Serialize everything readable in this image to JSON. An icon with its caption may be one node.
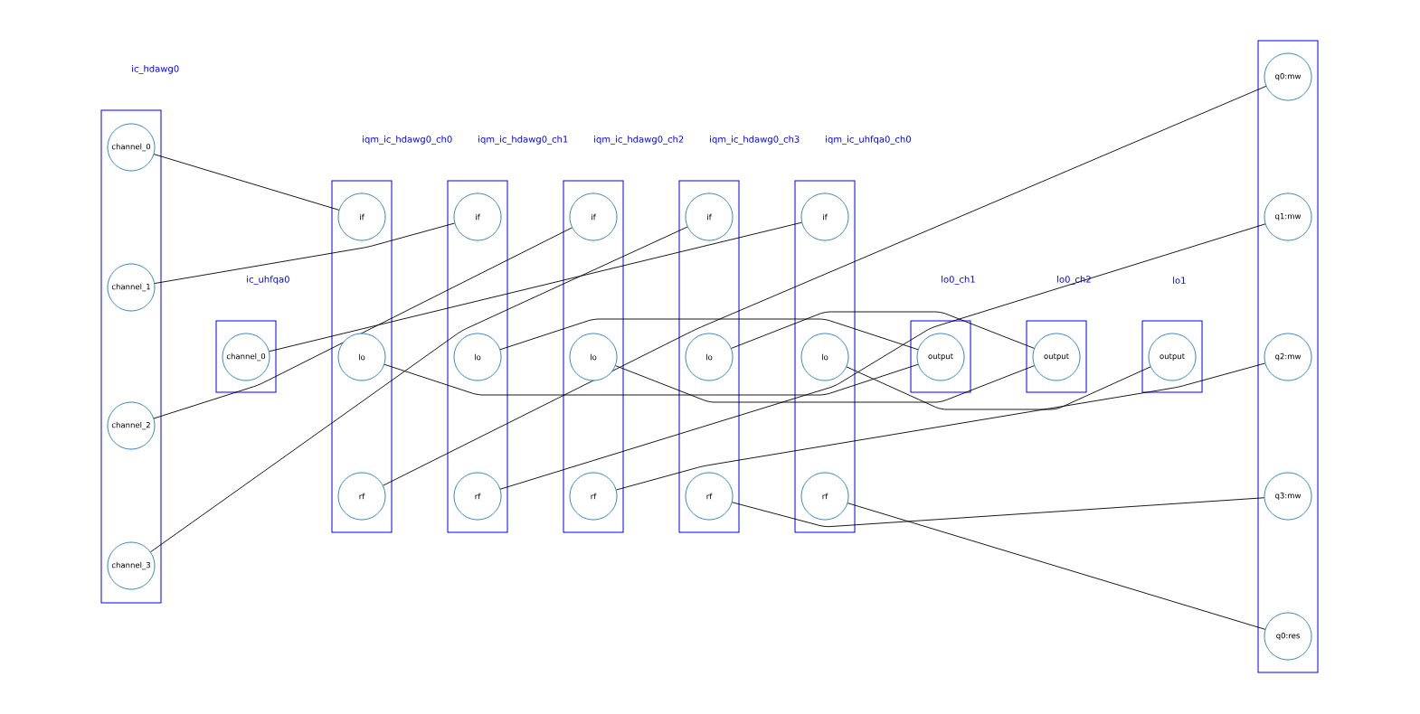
{
  "diagram": {
    "nodes": [
      {
        "text": [
          "ic_hdawg0"
        ]
      },
      {
        "text": [
          "channel_0"
        ],
        "in": 0
      },
      {
        "text": [
          "channel_1"
        ],
        "in": 0
      },
      {
        "text": [
          "channel_2"
        ],
        "in": 0
      },
      {
        "text": [
          "channel_3"
        ],
        "in": 0
      },
      {
        "text": [
          "ic_uhfqa0"
        ]
      },
      {
        "text": [
          "channel_0"
        ],
        "in": 5
      },
      {
        "text": [
          "iqm_ic_hdawg0_ch0"
        ]
      },
      {
        "text": [
          "if"
        ],
        "in": 7
      },
      {
        "text": [
          "lo"
        ],
        "in": 7
      },
      {
        "text": [
          "rf"
        ],
        "in": 7
      },
      {
        "text": [
          "iqm_ic_hdawg0_ch1"
        ]
      },
      {
        "text": [
          "if"
        ],
        "in": 11
      },
      {
        "text": [
          "lo"
        ],
        "in": 11
      },
      {
        "text": [
          "rf"
        ],
        "in": 11
      },
      {
        "text": [
          "iqm_ic_hdawg0_ch2"
        ]
      },
      {
        "text": [
          "if"
        ],
        "in": 15
      },
      {
        "text": [
          "lo"
        ],
        "in": 15
      },
      {
        "text": [
          "rf"
        ],
        "in": 15
      },
      {
        "text": [
          "iqm_ic_hdawg0_ch3"
        ]
      },
      {
        "text": [
          "if"
        ],
        "in": 19
      },
      {
        "text": [
          "lo"
        ],
        "in": 19
      },
      {
        "text": [
          "rf"
        ],
        "in": 19
      },
      {
        "text": [
          "iqm_ic_uhfqa0_ch0"
        ]
      },
      {
        "text": [
          "if"
        ],
        "in": 23
      },
      {
        "text": [
          "lo"
        ],
        "in": 23
      },
      {
        "text": [
          "rf"
        ],
        "in": 23
      },
      {
        "text": [
          "lo0_ch1"
        ]
      },
      {
        "text": [
          "output"
        ],
        "in": 27
      },
      {
        "text": [
          "lo0_ch2"
        ]
      },
      {
        "text": [
          "output"
        ],
        "in": 29
      },
      {
        "text": [
          "lo1"
        ]
      },
      {
        "text": [
          "output"
        ],
        "in": 31
      },
      {
        "text": [],
        "shape": "box"
      },
      {
        "text": [
          "q0:mw"
        ],
        "in": 33
      },
      {
        "text": [
          "q1:mw"
        ],
        "in": 33
      },
      {
        "text": [
          "q2:mw"
        ],
        "in": 33
      },
      {
        "text": [
          "q3:mw"
        ],
        "in": 33
      },
      {
        "text": [
          "q0:res"
        ],
        "in": 33
      }
    ],
    "edges": [
      {
        "from": 1,
        "to": 8,
        "arrow": "none"
      },
      {
        "from": 2,
        "to": 12,
        "arrow": "none"
      },
      {
        "from": 3,
        "to": 16,
        "arrow": "none"
      },
      {
        "from": 4,
        "to": 20,
        "arrow": "none"
      },
      {
        "from": 6,
        "to": 24,
        "arrow": "none"
      },
      {
        "from": 10,
        "to": 34,
        "arrow": "none"
      },
      {
        "from": 14,
        "to": 35,
        "arrow": "none"
      },
      {
        "from": 18,
        "to": 36,
        "arrow": "none"
      },
      {
        "from": 22,
        "to": 37,
        "arrow": "none"
      },
      {
        "from": 26,
        "to": 38,
        "arrow": "none"
      },
      {
        "from": 28,
        "to": 9,
        "arrow": "none"
      },
      {
        "from": 28,
        "to": 13,
        "arrow": "none"
      },
      {
        "from": 30,
        "to": 17,
        "arrow": "none"
      },
      {
        "from": 30,
        "to": 21,
        "arrow": "none"
      },
      {
        "from": 32,
        "to": 25,
        "arrow": "none"
      }
    ]
  }
}
